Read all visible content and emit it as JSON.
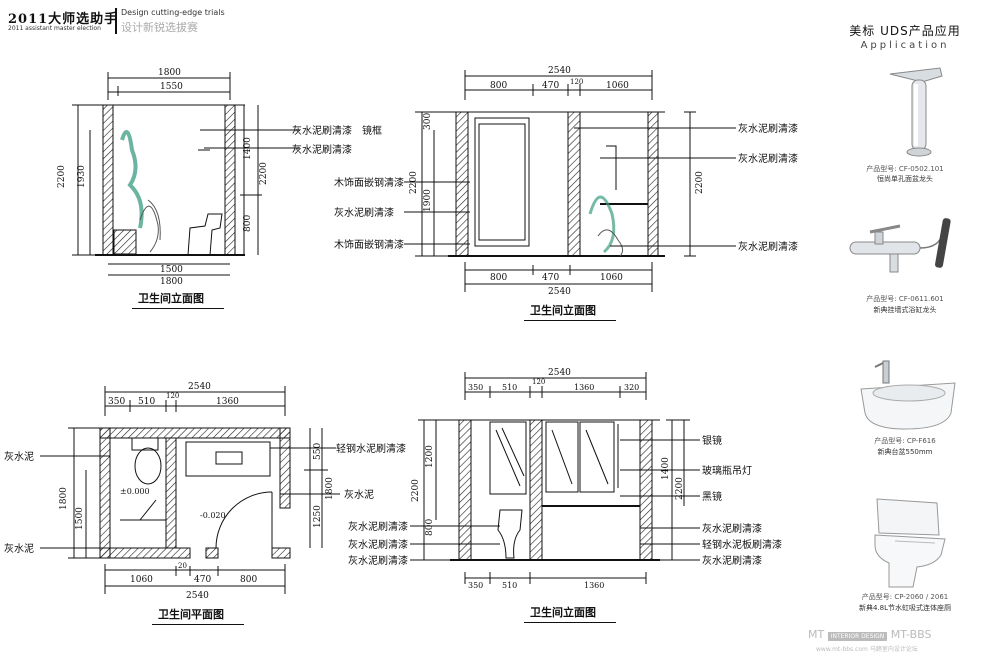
{
  "header": {
    "title_cn": "2011大师选助手",
    "title_en_small": "2011 assistant master election",
    "tagline_en": "Design cutting-edge trials",
    "tagline_cn": "设计新锐选拔赛"
  },
  "right_panel": {
    "title": "美标 UDS产品应用",
    "subtitle": "Application",
    "products": [
      {
        "model": "产品型号: CF-0502.101",
        "name": "恒尚单孔面盆龙头"
      },
      {
        "model": "产品型号: CF-0611.601",
        "name": "新典挂墙式浴缸龙头"
      },
      {
        "model": "产品型号: CP-F616",
        "name": "新典台盆550mm"
      },
      {
        "model": "产品型号: CP-2060 / 2061",
        "name": "新典4.8L节水虹吸式连体座厕"
      }
    ]
  },
  "views": {
    "tl_title": "卫生间立面图",
    "tr_title": "卫生间立面图",
    "bl_title": "卫生间平面图",
    "br_title": "卫生间立面图"
  },
  "dims": {
    "tl_top": [
      "1800",
      "1550"
    ],
    "tl_bottom": [
      "1500",
      "1800"
    ],
    "tl_left": [
      "2200",
      "1930"
    ],
    "tl_right": [
      "1400",
      "2200",
      "800"
    ],
    "tr_top": [
      "2540",
      "800",
      "470",
      "120",
      "1060"
    ],
    "tr_bottom": [
      "800",
      "470",
      "1060",
      "2540"
    ],
    "tr_left": [
      "2200",
      "1900",
      "300"
    ],
    "tr_right": [
      "2200"
    ],
    "bl_top": [
      "2540",
      "350",
      "510",
      "120",
      "1360"
    ],
    "bl_bottom": [
      "1060",
      "20",
      "470",
      "800",
      "2540"
    ],
    "bl_left": [
      "1800",
      "1500"
    ],
    "bl_right": [
      "550",
      "1800",
      "1250"
    ],
    "bl_floor": [
      "±0.000",
      "-0.020"
    ],
    "br_top": [
      "2540",
      "350",
      "510",
      "120",
      "1360",
      "320"
    ],
    "br_bottom": [
      "350",
      "510",
      "1360"
    ],
    "br_left": [
      "2200",
      "1200",
      "800"
    ],
    "br_right": [
      "1400",
      "2200"
    ]
  },
  "labels": {
    "tl": [
      "灰水泥刷清漆",
      "镜框",
      "灰水泥刷清漆"
    ],
    "tr_left": [
      "木饰面嵌钢清漆",
      "灰水泥刷清漆",
      "木饰面嵌钢清漆"
    ],
    "tr_right": [
      "灰水泥刷清漆",
      "灰水泥刷清漆",
      "灰水泥刷清漆"
    ],
    "bl_left": [
      "灰水泥",
      "灰水泥"
    ],
    "bl_right": [
      "轻钢水泥刷清漆",
      "灰水泥"
    ],
    "br_left": [
      "灰水泥刷清漆",
      "灰水泥刷清漆",
      "灰水泥刷清漆"
    ],
    "br_right": [
      "银镜",
      "玻璃瓶吊灯",
      "黑镜",
      "灰水泥刷清漆",
      "轻钢水泥板刷清漆",
      "灰水泥刷清漆"
    ]
  },
  "footer": {
    "brand": "MT",
    "tag": "INTERIOR DESIGN",
    "site": "MT-BBS",
    "url": "www.mt-bbs.com 马蹄室内设计论坛"
  },
  "colors": {
    "ink": "#111111",
    "hatch": "#222222",
    "plant": "#3a9c80",
    "panel_text": "#333333"
  }
}
